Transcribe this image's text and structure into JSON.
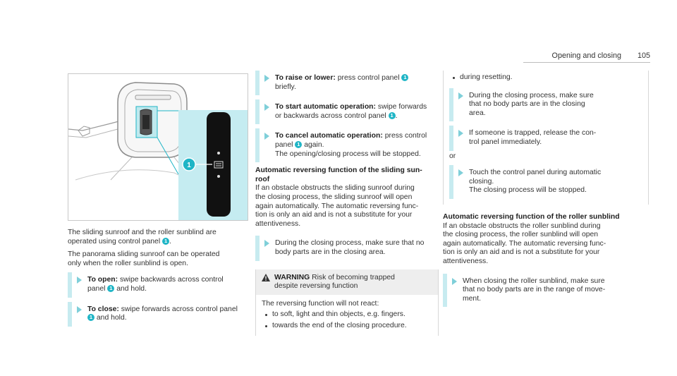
{
  "header": {
    "title": "Opening and closing",
    "page_number": "105"
  },
  "figure": {
    "callout": "1"
  },
  "col1": {
    "p1": [
      "The sliding sunroof and the roller sunblind are",
      "operated using control panel ",
      "."
    ],
    "p2": [
      "The panorama sliding sunroof can be operated",
      "only when the roller sunblind is open."
    ],
    "step_open": {
      "label": "To open:",
      "text1": " swipe backwards across control",
      "text2": "panel ",
      "text3": " and hold."
    },
    "step_close": {
      "label": "To close:",
      "text1": " swipe forwards across control panel",
      "text3": " and hold."
    }
  },
  "col2": {
    "step_raise": {
      "label": "To raise or lower:",
      "text1": " press control panel ",
      "text2": "briefly."
    },
    "step_start": {
      "label": "To start automatic operation:",
      "text1": " swipe forwards",
      "text2": "or backwards across control panel ",
      "text3": "."
    },
    "step_cancel": {
      "label": "To cancel automatic operation:",
      "text1": " press control",
      "text2": "panel ",
      "text3": " again.",
      "text4": "The opening/closing process will be stopped."
    },
    "heading1": "Automatic reversing function of the sliding sun-",
    "heading2": "roof",
    "para": [
      "If an obstacle obstructs the sliding sunroof during",
      "the closing process, the sliding sunroof will open",
      "again automatically. The automatic reversing func-",
      "tion is only an aid and is not a substitute for your",
      "attentiveness."
    ],
    "step_during": [
      "During the closing process, make sure that no",
      "body parts are in the closing area."
    ],
    "warning": {
      "label": "WARNING",
      "title1": " Risk of becoming trapped",
      "title2": "despite reversing function",
      "intro": "The reversing function will not react:",
      "bullets": [
        "to soft, light and thin objects, e.g. fingers.",
        "towards the end of the closing procedure."
      ]
    }
  },
  "col3": {
    "bullet_reset": "during resetting.",
    "step_a": [
      "During the closing process, make sure",
      "that no body parts are in the closing",
      "area."
    ],
    "step_b": [
      "If someone is trapped, release the con-",
      "trol panel immediately."
    ],
    "or": "or",
    "step_c": [
      "Touch the control panel during automatic",
      "closing.",
      "The closing process will be stopped."
    ],
    "heading": "Automatic reversing function of the roller sunblind",
    "para": [
      "If an obstacle obstructs the roller sunblind during",
      "the closing process, the roller sunblind will open",
      "again automatically. The automatic reversing func-",
      "tion is only an aid and is not a substitute for your",
      "attentiveness."
    ],
    "step_d": [
      "When closing the roller sunblind, make sure",
      "that no body parts are in the range of move-",
      "ment."
    ]
  },
  "colors": {
    "accent": "#1fb5c6",
    "step_bar": "#c7ebf0",
    "warning_bg": "#eeeeee"
  }
}
